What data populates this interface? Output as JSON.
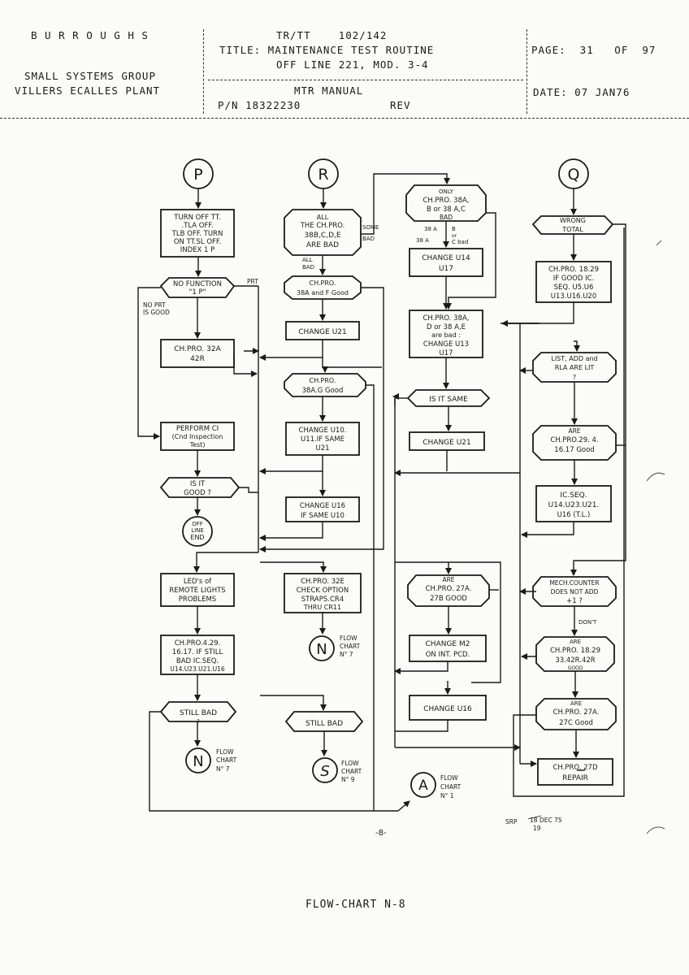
{
  "header": {
    "company": "B U R R O U G H S",
    "group": "SMALL SYSTEMS GROUP",
    "plant": "VILLERS ECALLES PLANT",
    "doc_code": "TR/TT    102/142",
    "title_line1": "TITLE: MAINTENANCE TEST ROUTINE",
    "title_line2": "OFF LINE 221, MOD. 3-4",
    "manual": "MTR MANUAL",
    "part_number": "P/N 18322230",
    "rev": "REV",
    "page": "PAGE:  31   OF  97",
    "date": "DATE: 07 JAN76"
  },
  "connectors": {
    "P": "P",
    "R": "R",
    "Q": "Q",
    "A": "A",
    "N1": "N",
    "N2": "N",
    "S": "S",
    "end_line1": "OFF",
    "end_line2": "LINE",
    "end_line3": "END"
  },
  "colP": {
    "box1": [
      "TURN OFF TT.",
      ".TLA OFF.",
      "TLB OFF. TURN",
      "ON TT.SL OFF.",
      "INDEX 1 P"
    ],
    "dec1": [
      "NO FUNCTION",
      "\"1 P\""
    ],
    "prt": "PRT",
    "noprt": [
      "NO PRT",
      "IS GOOD"
    ],
    "box2": [
      "CH.PRO. 32A",
      "42R"
    ],
    "box3": [
      "PERFORM CI",
      "(Cnd Inspection",
      "Test)"
    ],
    "dec2": [
      "IS IT",
      "GOOD ?"
    ],
    "box4": [
      "LED's of",
      "REMOTE LIGHTS",
      "PROBLEMS"
    ],
    "box5": [
      "CH.PRO.4.29.",
      "16.17. IF STILL",
      "BAD IC.SEQ.",
      "U14.U23.U21.U16"
    ],
    "dec3": [
      "STILL BAD",
      "?"
    ],
    "flowN7a": [
      "FLOW",
      "CHART",
      "N° 7"
    ]
  },
  "colR": {
    "dec1": [
      "ALL",
      "THE CH.PRO.",
      "38B,C,D,E",
      "ARE BAD"
    ],
    "some_bad": [
      "SOME",
      "BAD"
    ],
    "all_bad": [
      "ALL",
      "BAD"
    ],
    "dec2": [
      "CH.PRO.",
      "38A and F Good"
    ],
    "box1": [
      "CHANGE U21"
    ],
    "dec3": [
      "CH.PRO.",
      "38A.G Good"
    ],
    "box2": [
      "CHANGE U10.",
      "U11.IF SAME",
      "U21"
    ],
    "box3": [
      "CHANGE U16",
      "IF SAME U10"
    ],
    "box4": [
      "CH.PRO. 32E",
      "CHECK OPTION",
      "STRAPS.CR4",
      "THRU CR11"
    ],
    "flowN7b": [
      "FLOW",
      "CHART",
      "N° 7"
    ],
    "dec4": [
      "STILL BAD"
    ],
    "flowN9": [
      "FLOW",
      "CHART",
      "N° 9"
    ]
  },
  "colMid": {
    "dec1": [
      "ONLY",
      "CH.PRO. 38A,",
      "B or 38 A,C",
      "BAD"
    ],
    "lbl_b": [
      "38 A",
      "B",
      "or"
    ],
    "lbl_c": [
      "38 A",
      "C bad"
    ],
    "box1": [
      "CHANGE U14",
      "U17"
    ],
    "box2": [
      "CH.PRO. 38A,",
      "D or 38 A,E",
      "are bad :",
      "CHANGE U13",
      "U17"
    ],
    "dec2": [
      "IS IT SAME"
    ],
    "box3": [
      "CHANGE U21"
    ],
    "dec3": [
      "ARE",
      "CH.PRO. 27A.",
      "27B  GOOD"
    ],
    "box4": [
      "CHANGE M2",
      "ON INT. PCD."
    ],
    "box5": [
      "CHANGE U16"
    ],
    "flowN1": [
      "FLOW",
      "CHART",
      "N° 1"
    ]
  },
  "colQ": {
    "dec1": [
      "WRONG",
      "TOTAL"
    ],
    "box1": [
      "CH.PRO. 18.29",
      "IF GOOD IC.",
      "SEQ. U5.U6",
      "U13.U16.U20"
    ],
    "dec2": [
      "LIST, ADD and",
      "RLA  ARE LIT",
      "?"
    ],
    "dec3": [
      "ARE",
      "CH.PRO.29. 4.",
      "16.17 Good"
    ],
    "box2": [
      "IC.SEQ.",
      "U14.U23.U21.",
      "U16 (T.L.)"
    ],
    "dec4": [
      "MECH.COUNTER",
      "DOES NOT ADD",
      "+1   ?"
    ],
    "dont": "DON'T",
    "dec5": [
      "ARE",
      "CH.PRO. 18.29",
      "33.42R.42R",
      "GOOD"
    ],
    "dec6": [
      "ARE",
      "CH.PRO. 27A.",
      "27C  Good"
    ],
    "box3": [
      "CH.PRO. 27D",
      "REPAIR"
    ]
  },
  "page_mark": "-8-",
  "initials": "SRP",
  "date_note_1": "18 DEC 75",
  "date_note_2": "19",
  "footer": "FLOW-CHART N-8"
}
